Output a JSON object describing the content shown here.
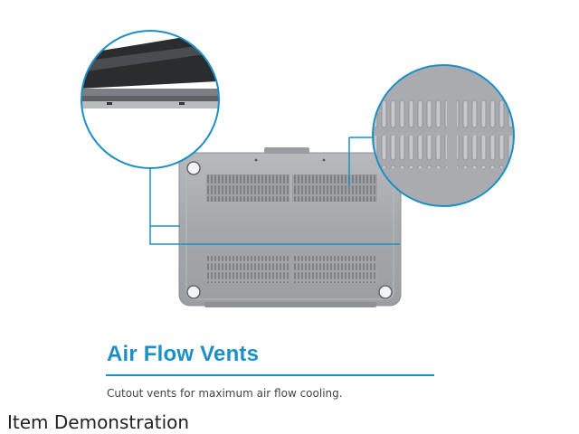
{
  "feature": {
    "title": "Air Flow Vents",
    "description": "Cutout vents for maximum air flow cooling."
  },
  "section": {
    "caption": "Item Demonstration"
  },
  "colors": {
    "accent": "#1c8fc7",
    "case": "#a9abae",
    "text": "#222222"
  },
  "icons": {
    "product": "laptop-case-bottom-illustration",
    "detail_left": "edge-zoom-detail",
    "detail_right": "vent-zoom-detail"
  }
}
